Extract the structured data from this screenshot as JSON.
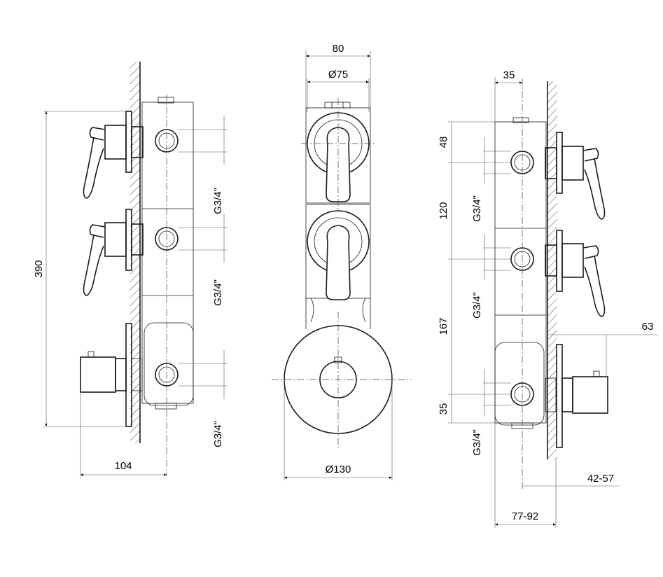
{
  "dimensions": {
    "width_80": "80",
    "dia_75": "Ø75",
    "dia_130": "Ø130",
    "height_390": "390",
    "depth_104": "104",
    "thread_1": "G3/4\"",
    "thread_2": "G3/4\"",
    "thread_3": "G3/4\"",
    "right_35_top": "35",
    "right_48": "48",
    "right_120": "120",
    "right_167": "167",
    "right_35_bottom": "35",
    "right_63": "63",
    "right_42_57": "42-57",
    "right_77_92": "77-92",
    "right_thread_1": "G3/4\"",
    "right_thread_2": "G3/4\"",
    "right_thread_3": "G3/4\""
  }
}
